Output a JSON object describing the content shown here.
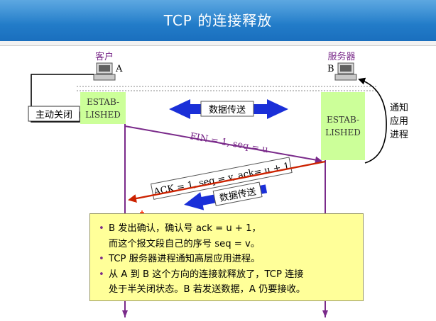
{
  "title": "TCP 的连接释放",
  "client": {
    "role": "客户",
    "host": "A",
    "state": [
      "ESTAB-",
      "LISHED"
    ]
  },
  "server": {
    "role": "服务器",
    "host": "B",
    "state": [
      "ESTAB-",
      "LISHED"
    ]
  },
  "active_close": "主动关闭",
  "notify_app": [
    "通知",
    "应用",
    "进程"
  ],
  "data_transfer_1": "数据传送",
  "data_transfer_2": "数据传送",
  "fin_segment": "FIN = 1, seq = u",
  "ack_segment": "ACK = 1, seq = v, ack= u + 1",
  "colors": {
    "title_bar": "#1f78c8",
    "state_box": "#ccff99",
    "timeline": "#7a2a8a",
    "arrow_blue": "#1a2fd8",
    "ack_line": "#cc2200",
    "note_bg": "#ffff99"
  },
  "note": {
    "bullet_1": [
      "B 发出确认，确认号 ack = u + 1，",
      "而这个报文段自己的序号 seq = v。"
    ],
    "bullet_2": [
      "TCP 服务器进程通知高层应用进程。"
    ],
    "bullet_3": [
      "从 A 到 B 这个方向的连接就释放了，TCP 连接",
      "处于半关闭状态。B 若发送数据，A 仍要接收。"
    ]
  }
}
